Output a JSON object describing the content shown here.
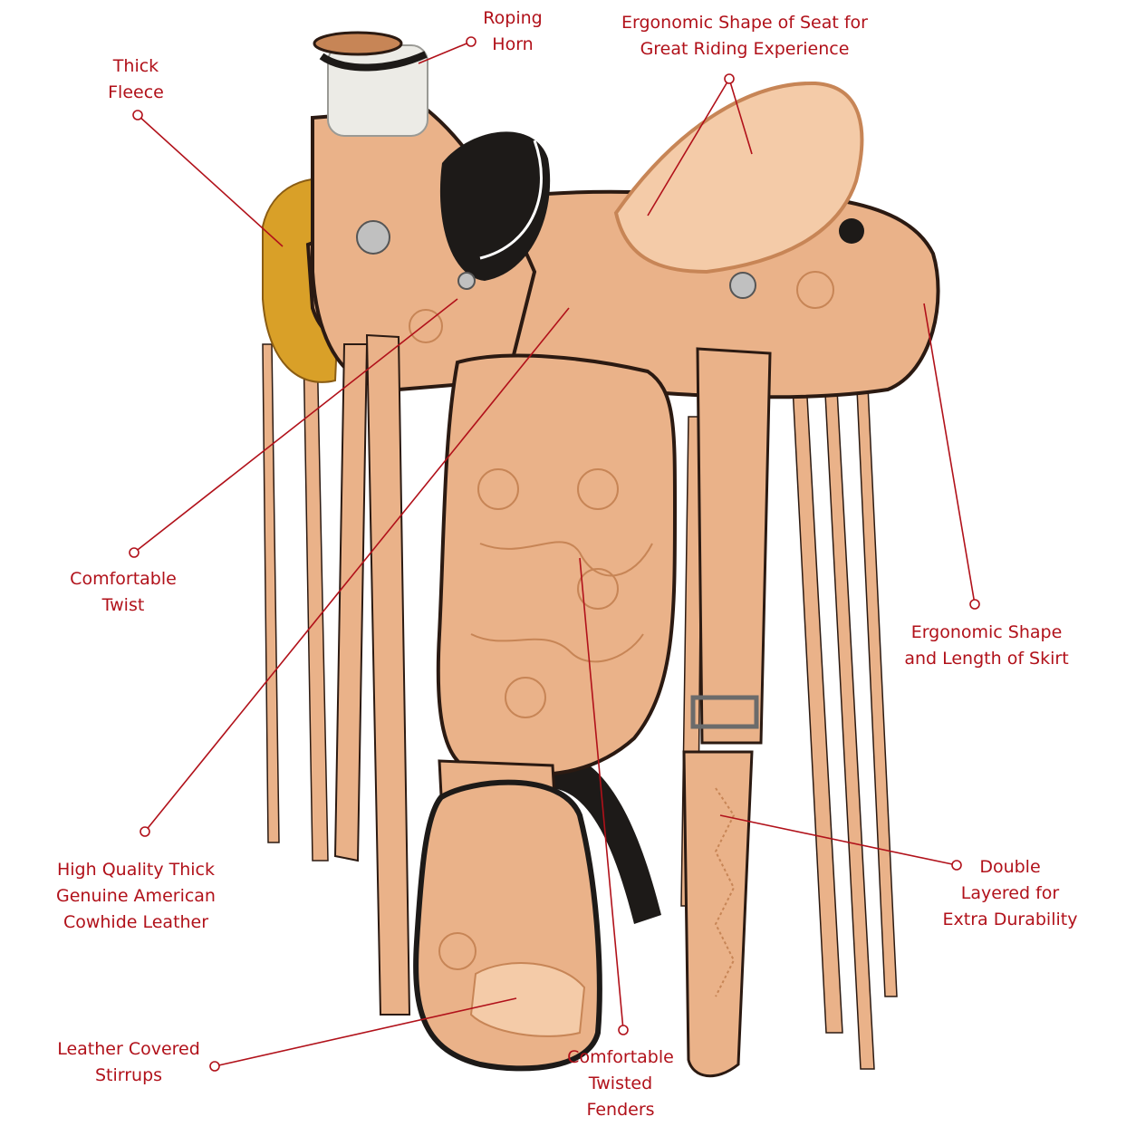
{
  "colors": {
    "callout": "#b1111a",
    "leather": "#eab289",
    "leather_light": "#f4cba8",
    "leather_dark": "#c78556",
    "edge": "#2b1a12",
    "fleece": "#d9a028",
    "horn_wrap": "#ecebe6",
    "pad": "#1d1a18"
  },
  "callouts": [
    {
      "id": "roping-horn",
      "lines": [
        "Roping",
        "Horn"
      ]
    },
    {
      "id": "ergonomic-seat",
      "lines": [
        "Ergonomic Shape of Seat for",
        "Great Riding Experience"
      ]
    },
    {
      "id": "thick-fleece",
      "lines": [
        "Thick",
        "Fleece"
      ]
    },
    {
      "id": "comfortable-twist",
      "lines": [
        "Comfortable",
        "Twist"
      ]
    },
    {
      "id": "ergonomic-skirt",
      "lines": [
        "Ergonomic Shape",
        "and Length of Skirt"
      ]
    },
    {
      "id": "cowhide-leather",
      "lines": [
        "High Quality Thick",
        "Genuine American",
        "Cowhide Leather"
      ]
    },
    {
      "id": "double-layered",
      "lines": [
        "Double",
        "Layered for",
        "Extra Durability"
      ]
    },
    {
      "id": "covered-stirrups",
      "lines": [
        "Leather Covered",
        "Stirrups"
      ]
    },
    {
      "id": "twisted-fenders",
      "lines": [
        "Comfortable",
        "Twisted",
        "Fenders"
      ]
    }
  ]
}
